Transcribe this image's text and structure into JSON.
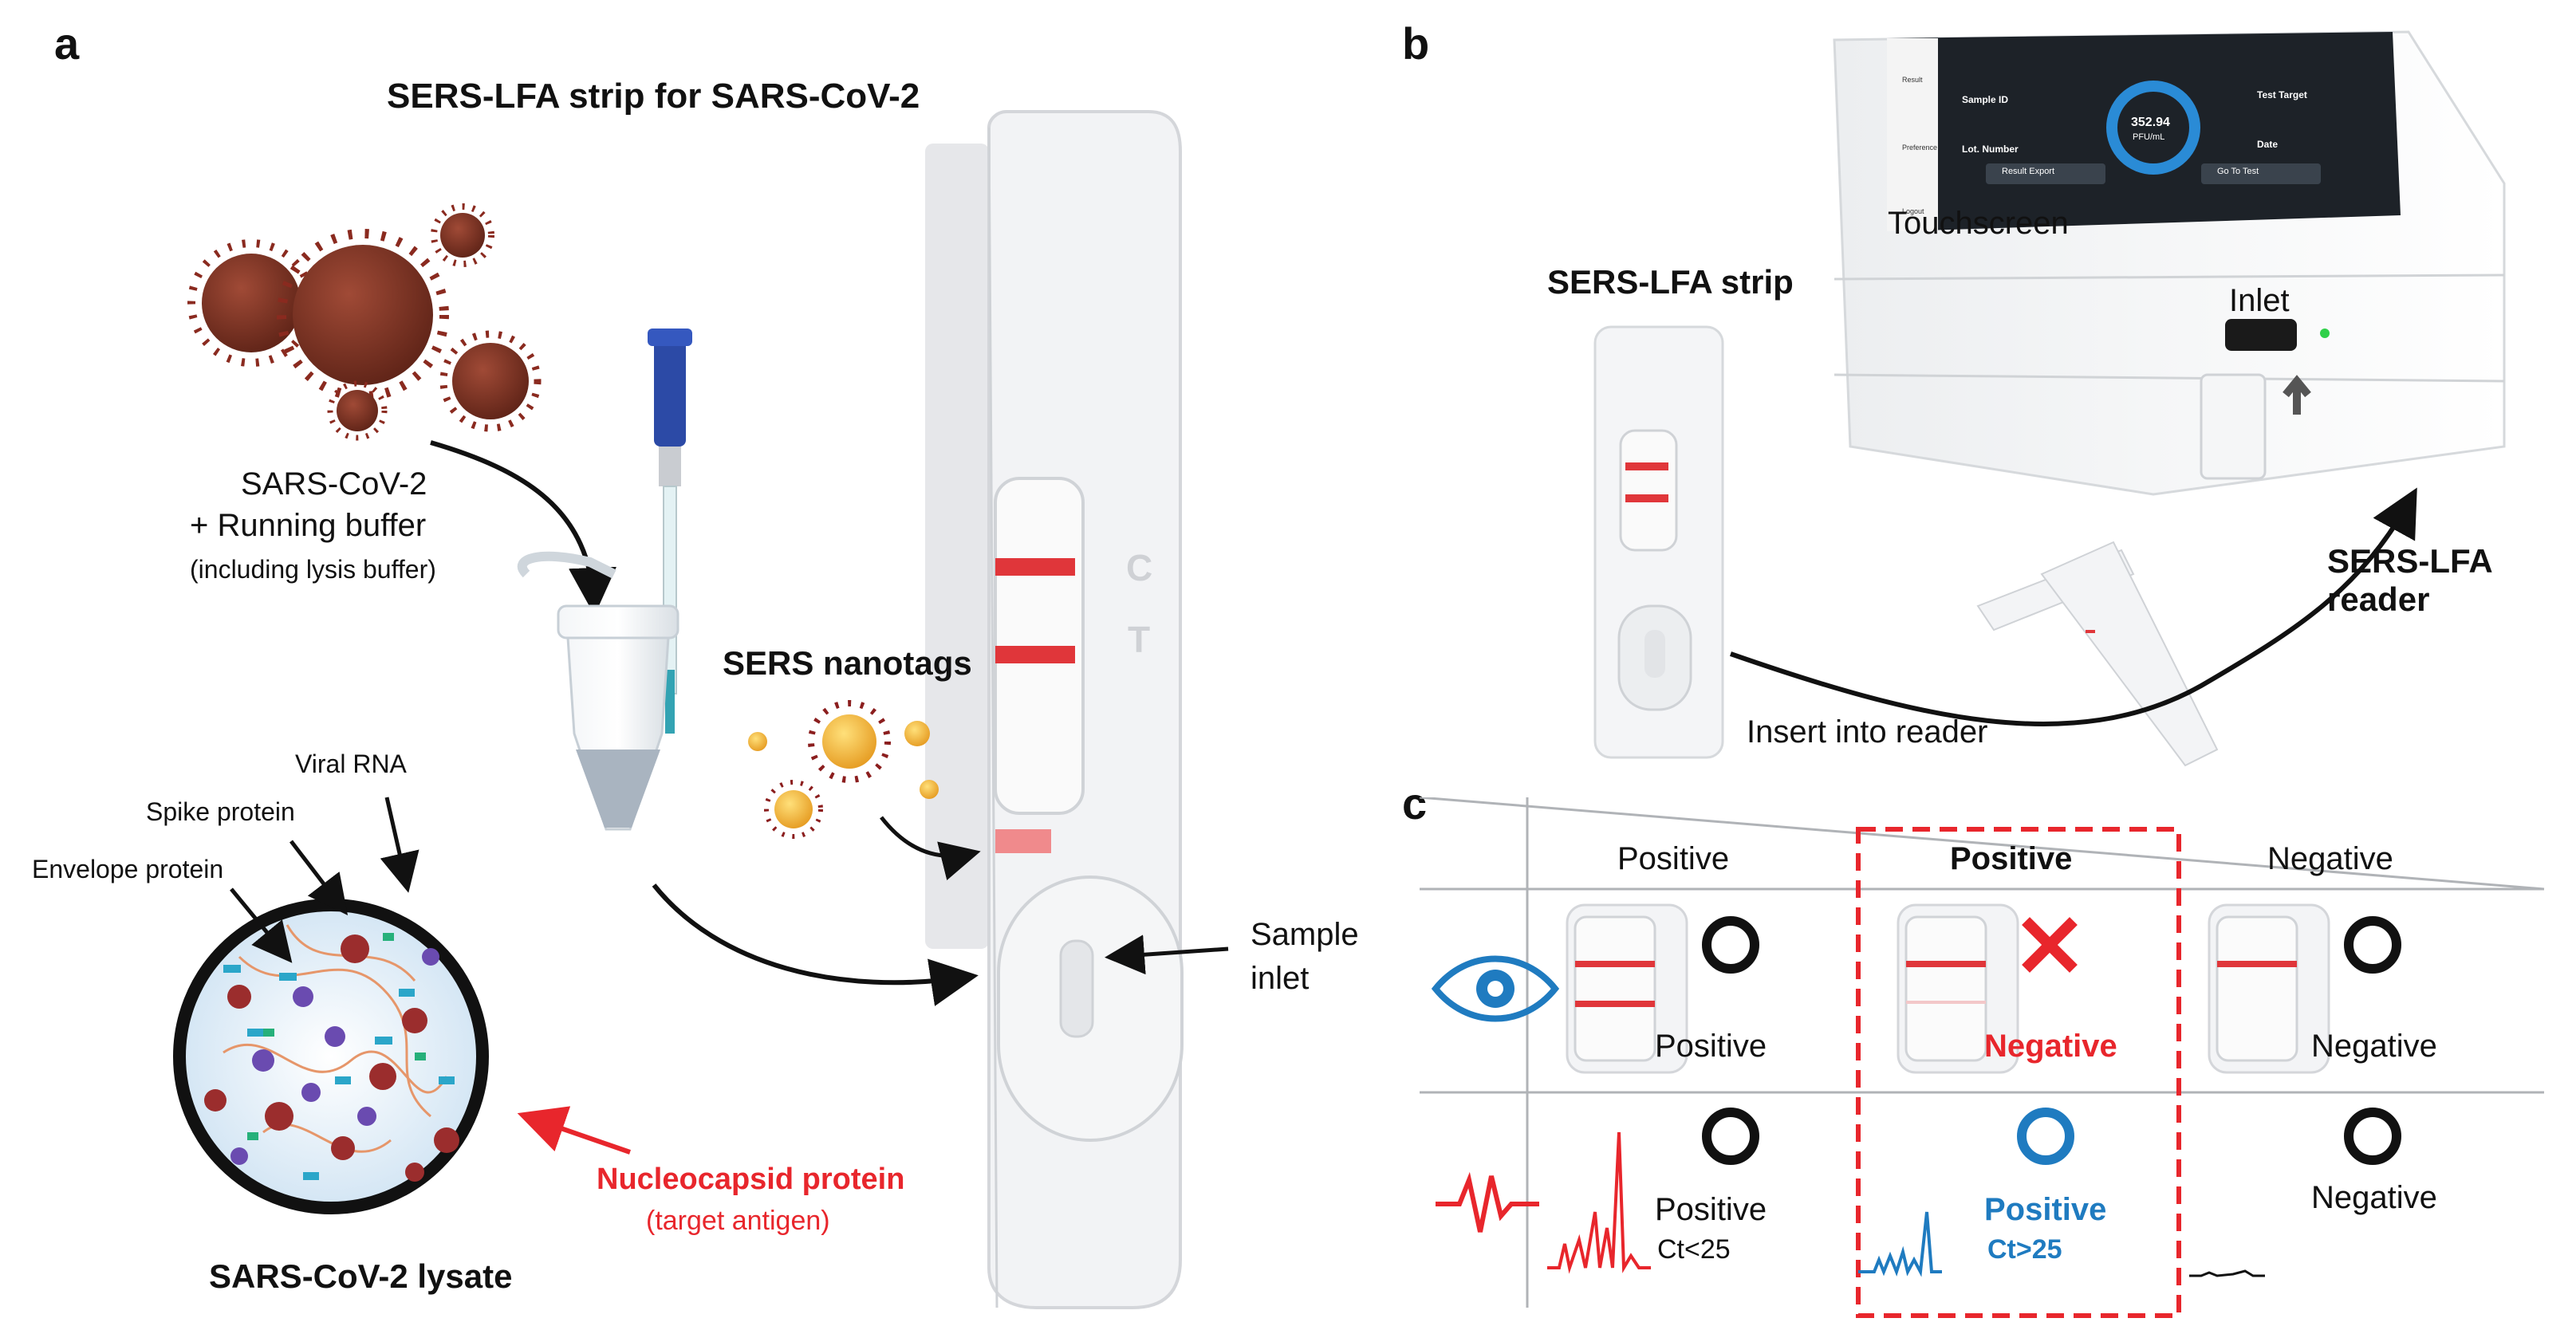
{
  "panel_a": {
    "letter": "a",
    "title": "SERS-LFA strip for SARS-CoV-2",
    "virus_label_line1": "SARS-CoV-2",
    "virus_label_line2": "+ Running buffer",
    "virus_label_line3": "(including lysis buffer)",
    "viral_rna": "Viral RNA",
    "spike_protein": "Spike protein",
    "envelope_protein": "Envelope protein",
    "nucleocapsid_line1": "Nucleocapsid protein",
    "nucleocapsid_line2": "(target antigen)",
    "lysate_label": "SARS-CoV-2 lysate",
    "nanotags_label": "SERS nanotags",
    "sample_inlet_line1": "Sample",
    "sample_inlet_line2": "inlet",
    "strip_c": "C",
    "strip_t": "T"
  },
  "panel_b": {
    "letter": "b",
    "touchscreen": "Touchscreen",
    "inlet": "Inlet",
    "strip_label": "SERS-LFA strip",
    "reader_label": "SERS-LFA reader",
    "insert_label": "Insert into reader",
    "screen": {
      "sample_id": "Sample ID",
      "test_target": "Test Target",
      "lot_number": "Lot. Number",
      "date": "Date",
      "value": "352.94",
      "unit": "PFU/mL",
      "btn_left": "Result Export",
      "btn_right": "Go To Test",
      "menu1": "Result",
      "menu2": "Preference",
      "menu3": "Logout"
    }
  },
  "panel_c": {
    "letter": "c",
    "headers": [
      "Positive",
      "Positive",
      "Negative"
    ],
    "visual_row": [
      "Positive",
      "Negative",
      "Negative"
    ],
    "sers_row_1": [
      "Positive",
      "Positive",
      "Negative"
    ],
    "sers_row_2": [
      "Ct<25",
      "Ct>25",
      ""
    ]
  },
  "colors": {
    "red": "#e8262c",
    "blue": "#1f7bc0",
    "virus_brown": "#7a3020",
    "nanotag_gold": "#f3b53a"
  }
}
